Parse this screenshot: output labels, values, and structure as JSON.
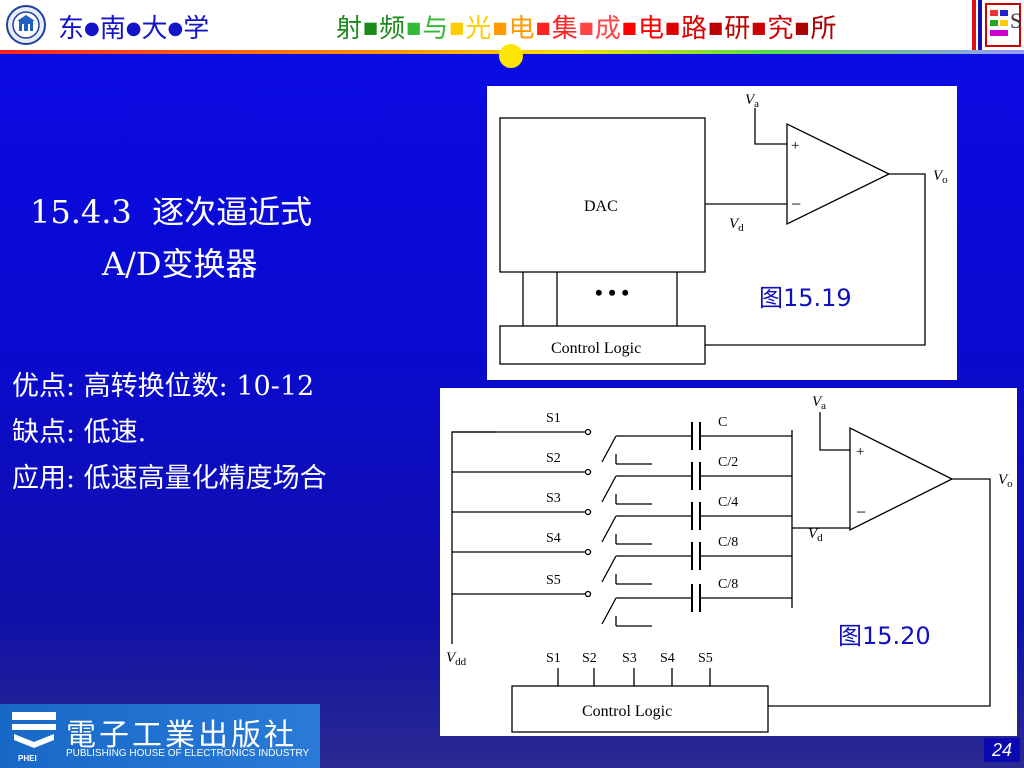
{
  "header": {
    "university": [
      "东",
      "南",
      "大",
      "学"
    ],
    "university_sep": "●",
    "institute": [
      {
        "text": "射",
        "color": "#1a8a1a"
      },
      {
        "text": "频",
        "color": "#1a8a1a"
      },
      {
        "text": "与",
        "color": "#33bb33"
      },
      {
        "text": "光",
        "color": "#ffcc00"
      },
      {
        "text": "电",
        "color": "#ff9900"
      },
      {
        "text": "集",
        "color": "#ff2222"
      },
      {
        "text": "成",
        "color": "#ff4444"
      },
      {
        "text": "电",
        "color": "#ff0000"
      },
      {
        "text": "路",
        "color": "#dd0000"
      },
      {
        "text": "研",
        "color": "#bb0000"
      },
      {
        "text": "究",
        "color": "#cc0000"
      },
      {
        "text": "所",
        "color": "#aa0000"
      }
    ],
    "institute_sep": "■",
    "right_letter": "S"
  },
  "slide": {
    "title_line1": "15.4.3  逐次逼近式",
    "title_line2": "A/D变换器",
    "bullets": [
      "优点: 高转换位数: 10-12",
      "缺点: 低速.",
      "应用: 低速高量化精度场合"
    ]
  },
  "figure1": {
    "dac": "DAC",
    "control": "Control Logic",
    "dots": "• • •",
    "va": "V",
    "va_sub": "a",
    "vd": "V",
    "vd_sub": "d",
    "vo": "V",
    "vo_sub": "o",
    "plus": "+",
    "minus": "−",
    "caption": "图15.19"
  },
  "figure2": {
    "switches": [
      "S1",
      "S2",
      "S3",
      "S4",
      "S5"
    ],
    "caps": [
      "C",
      "C/2",
      "C/4",
      "C/8",
      "C/8"
    ],
    "vdd": "V",
    "vdd_sub": "dd",
    "va": "V",
    "va_sub": "a",
    "vd": "V",
    "vd_sub": "d",
    "vo": "V",
    "vo_sub": "o",
    "plus": "+",
    "minus": "−",
    "control": "Control Logic",
    "ctrl_pins": [
      "S1",
      "S2",
      "S3",
      "S4",
      "S5"
    ],
    "caption": "图15.20"
  },
  "footer": {
    "publisher_cn": "電子工業出版社",
    "publisher_en": "PUBLISHING HOUSE OF ELECTRONICS INDUSTRY",
    "publisher_abbr": "PHEI",
    "page": "24"
  }
}
